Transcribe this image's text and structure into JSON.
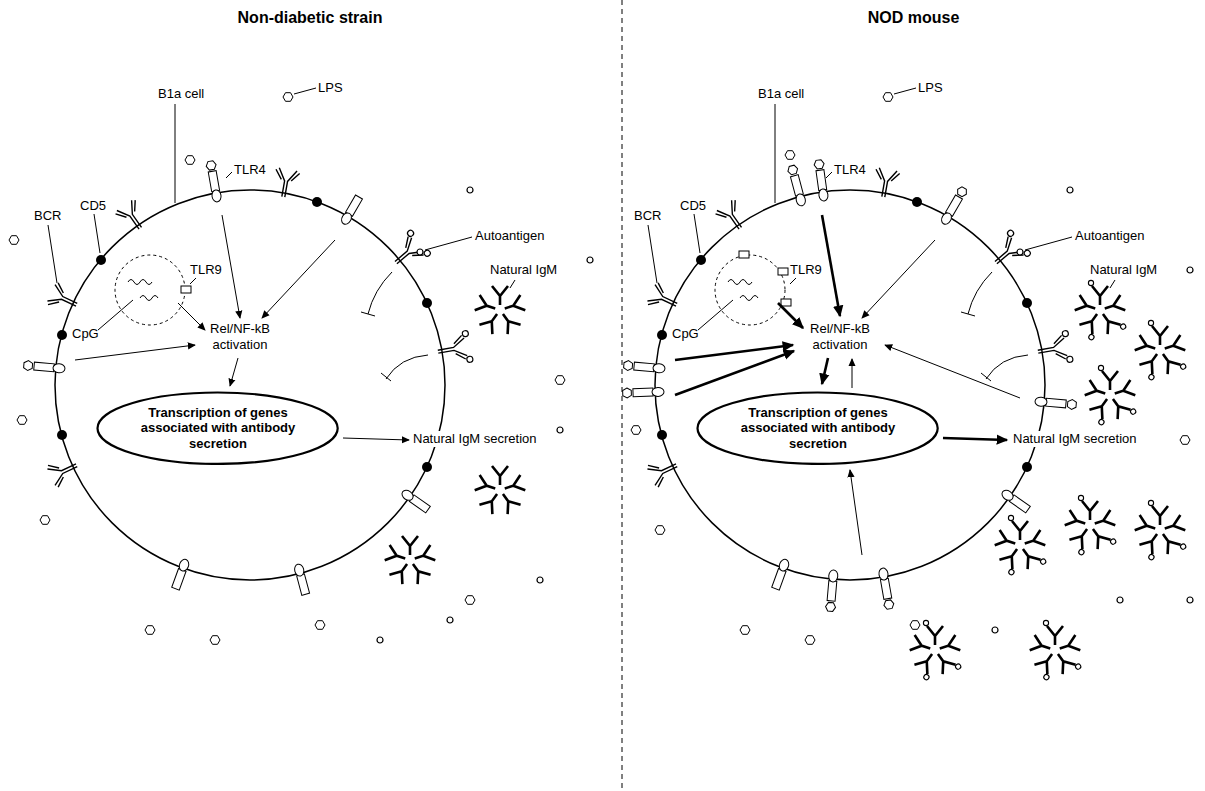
{
  "diagram": {
    "nodes": [
      {
        "text": [
          "Transcription of genes associated with antibody secretion"
        ]
      },
      {
        "text": [
          "Transcription of genes associated with antibody secretion"
        ]
      }
    ],
    "labels": [
      "Non-diabetic strain",
      "B1a cell",
      "LPS",
      "CD5",
      "BCR",
      "TLR4",
      "Autoantigen",
      "TLR9",
      "CpG",
      "Rel/NF-kB activation",
      "Natural IgM",
      "Natural IgM secretion",
      "NOD mouse",
      "B1a cell",
      "LPS",
      "CD5",
      "BCR",
      "TLR4",
      "Autoantigen",
      "TLR9",
      "CpG",
      "Rel/NF-kB activation",
      "Natural IgM",
      "Natural IgM secretion"
    ]
  }
}
